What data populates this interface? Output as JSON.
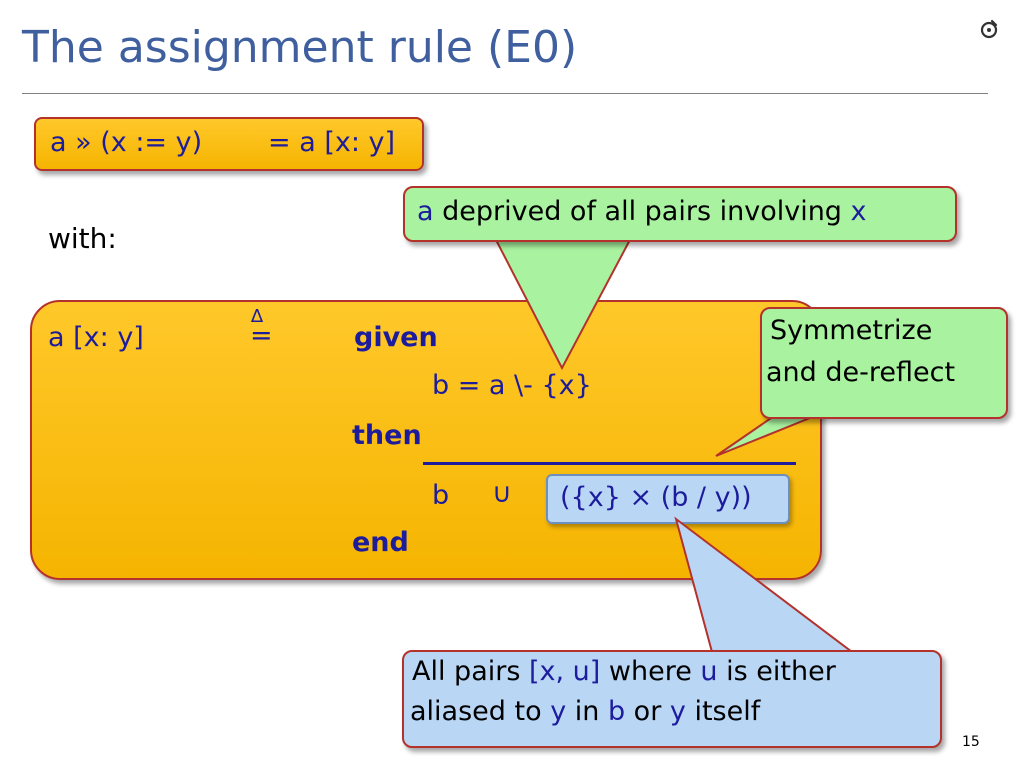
{
  "slide": {
    "title": "The assignment rule (E0)",
    "page_number": "15",
    "logo_icon": "eiffel-logo-icon"
  },
  "formula": {
    "lhs": "a » (x := y)",
    "rhs": "= a [x: y]"
  },
  "with_label": "with:",
  "definition": {
    "lhs": "a [x: y]",
    "delta": "∆",
    "eq": "=",
    "given": "given",
    "b_def": "b  =  a  \\-  {x}",
    "then": "then",
    "b": "b",
    "union": "∪",
    "expr": "({x}  × (b / y))",
    "end": "end"
  },
  "callouts": {
    "deprived": {
      "a": "a",
      "middle": " deprived of all pairs involving ",
      "x": "x"
    },
    "symmetrize": {
      "line1": "Symmetrize",
      "line2": "and de-reflect"
    },
    "pairs": {
      "p1": "All pairs ",
      "xu": "[x, u]",
      "p2": " where ",
      "u": "u",
      "p3": " is either",
      "p4": "aliased to ",
      "y1": "y",
      "p5": " in ",
      "b": "b",
      "p6": " or ",
      "y2": "y",
      "p7": " itself"
    }
  },
  "colors": {
    "title": "#3f5f9f",
    "code_blue": "#1c1c9c",
    "yellow_box": "#f5b400",
    "green_callout": "#a8f2a0",
    "blue_callout": "#b9d6f5",
    "border_red": "#b3322b"
  }
}
